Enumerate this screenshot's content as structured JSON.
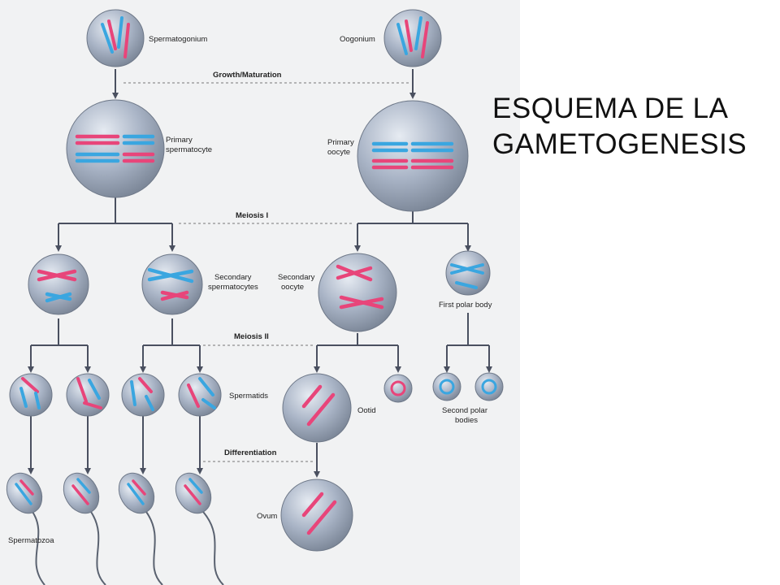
{
  "title": {
    "line1": "ESQUEMA DE LA",
    "line2": "GAMETOGENESIS"
  },
  "stages": {
    "growth": "Growth/Maturation",
    "meiosis1": "Meiosis I",
    "meiosis2": "Meiosis II",
    "differentiation": "Differentiation"
  },
  "labels": {
    "spermatogonium": "Spermatogonium",
    "oogonium": "Oogonium",
    "primary_spermatocyte_1": "Primary",
    "primary_spermatocyte_2": "spermatocyte",
    "primary_oocyte_1": "Primary",
    "primary_oocyte_2": "oocyte",
    "secondary_spermatocytes_1": "Secondary",
    "secondary_spermatocytes_2": "spermatocytes",
    "secondary_oocyte_1": "Secondary",
    "secondary_oocyte_2": "oocyte",
    "first_polar_body": "First polar body",
    "spermatids": "Spermatids",
    "ootid": "Ootid",
    "second_polar_bodies_1": "Second polar",
    "second_polar_bodies_2": "bodies",
    "spermatozoa": "Spermatozoa",
    "ovum": "Ovum"
  },
  "colors": {
    "cell_fill": "#9aa6b8",
    "chromosome_blue": "#3aa6e0",
    "chromosome_pink": "#e8457a",
    "arrow": "#4a5060"
  }
}
